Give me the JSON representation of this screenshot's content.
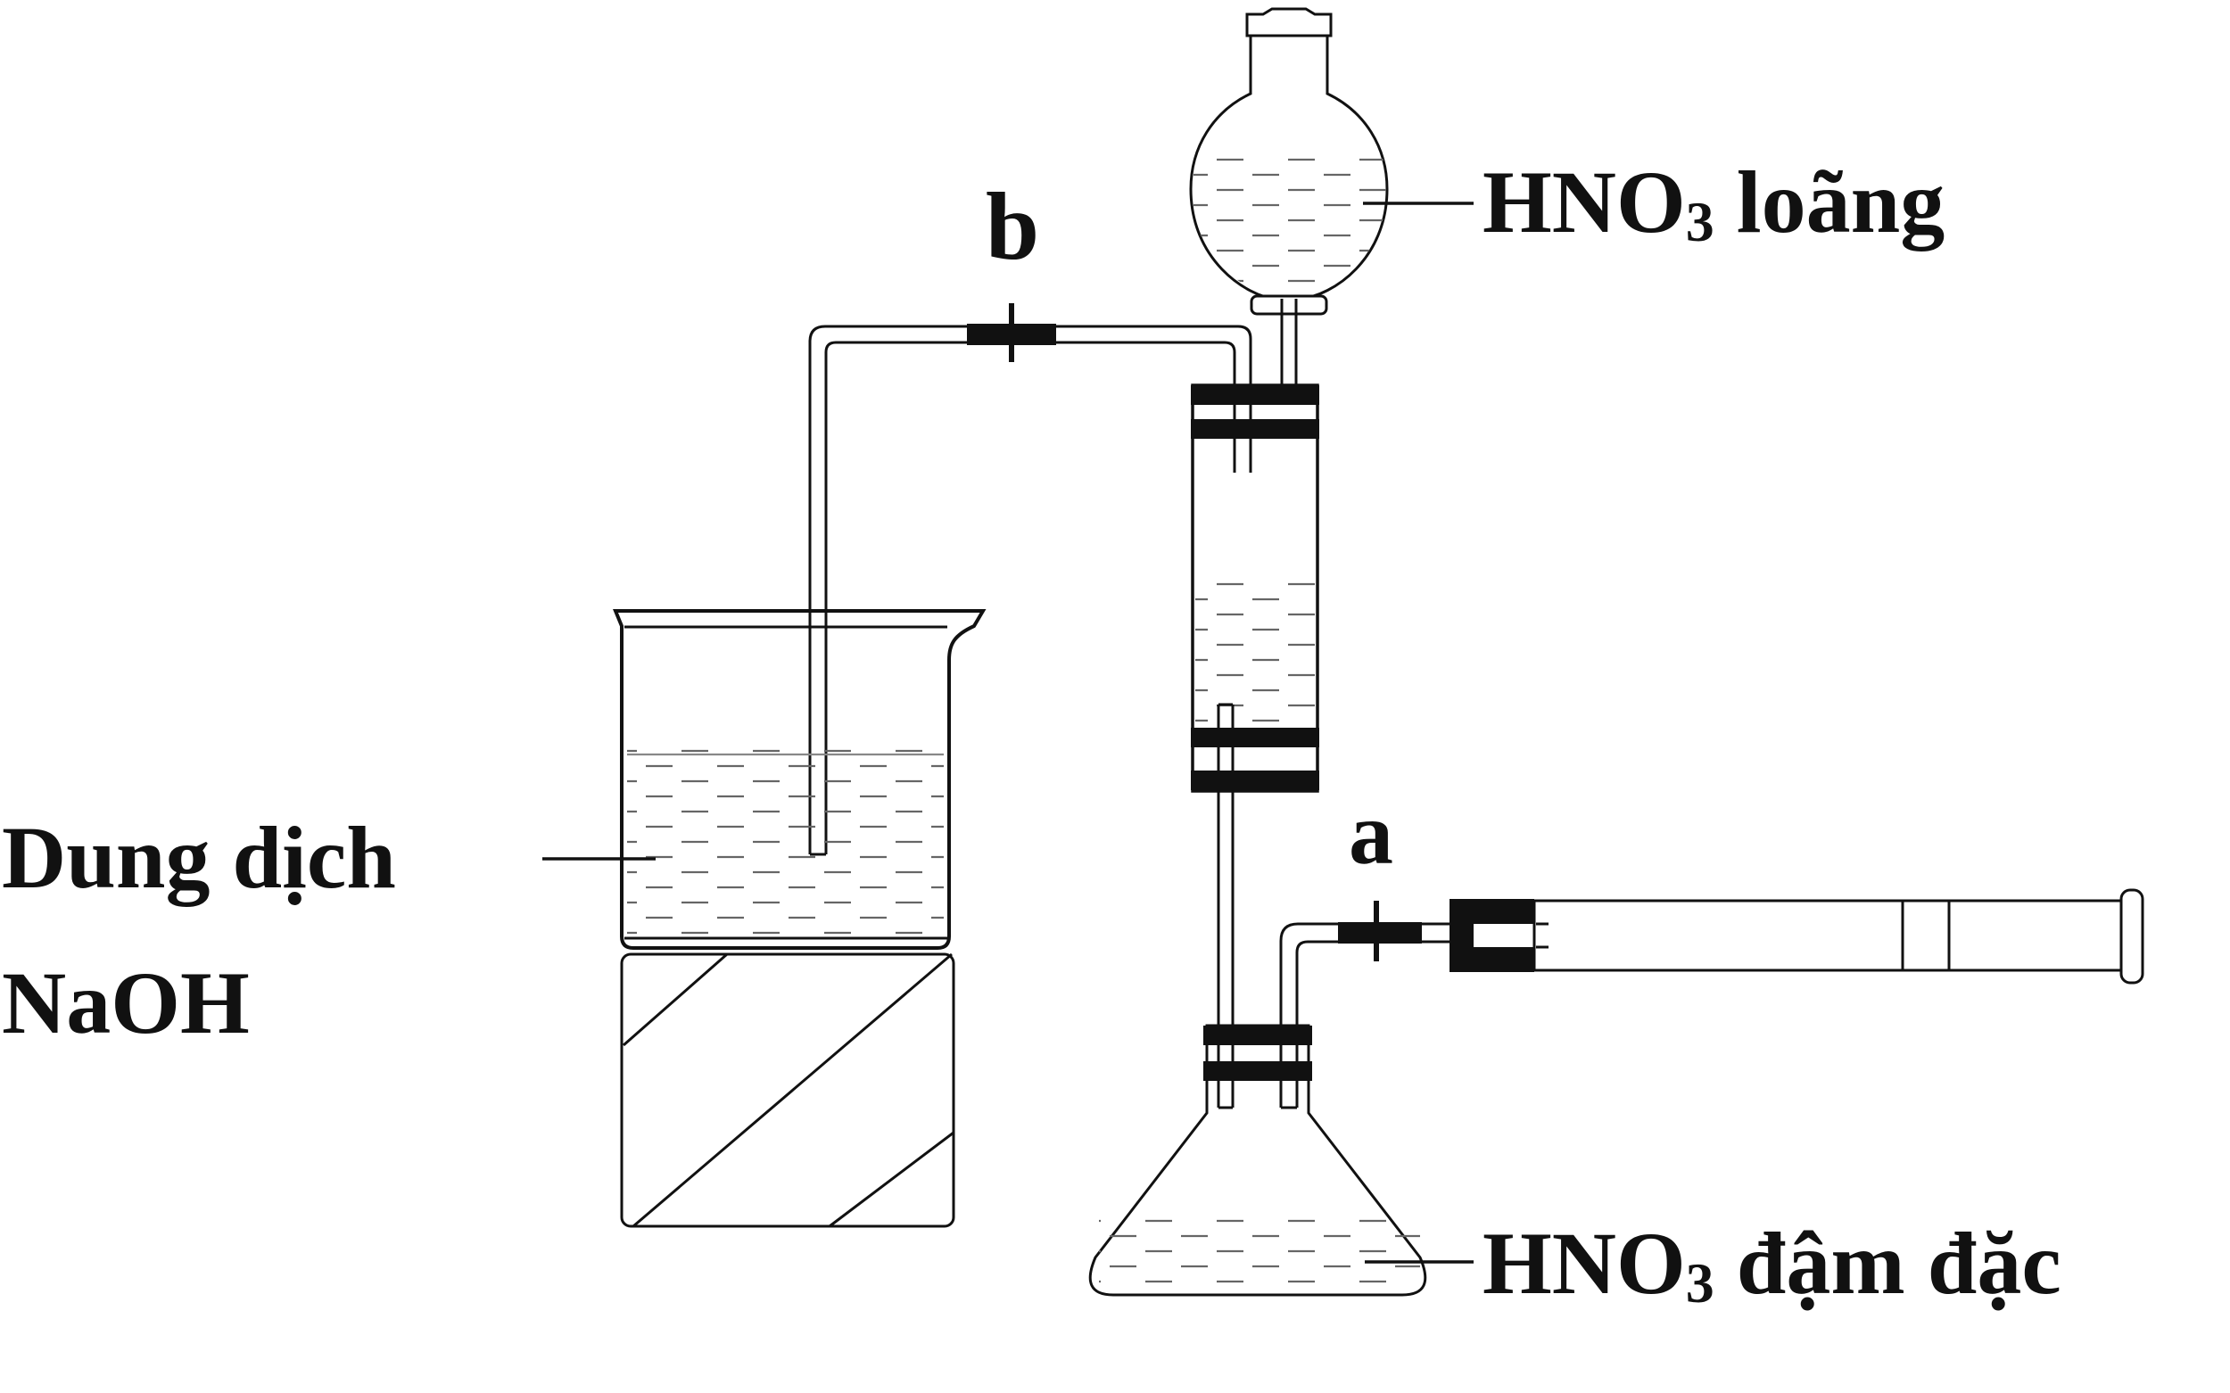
{
  "labels": {
    "b": "b",
    "a": "a",
    "hno3_dilute": {
      "main": "HNO",
      "sub": "3",
      "rest": " loãng"
    },
    "hno3_conc": {
      "main": "HNO",
      "sub": "3",
      "rest": " đậm đặc"
    },
    "naoh_line1": "Dung dịch",
    "naoh_line2": "NaOH"
  },
  "colors": {
    "ink": "#111111",
    "paper": "#ffffff",
    "liquid": "#666666"
  }
}
